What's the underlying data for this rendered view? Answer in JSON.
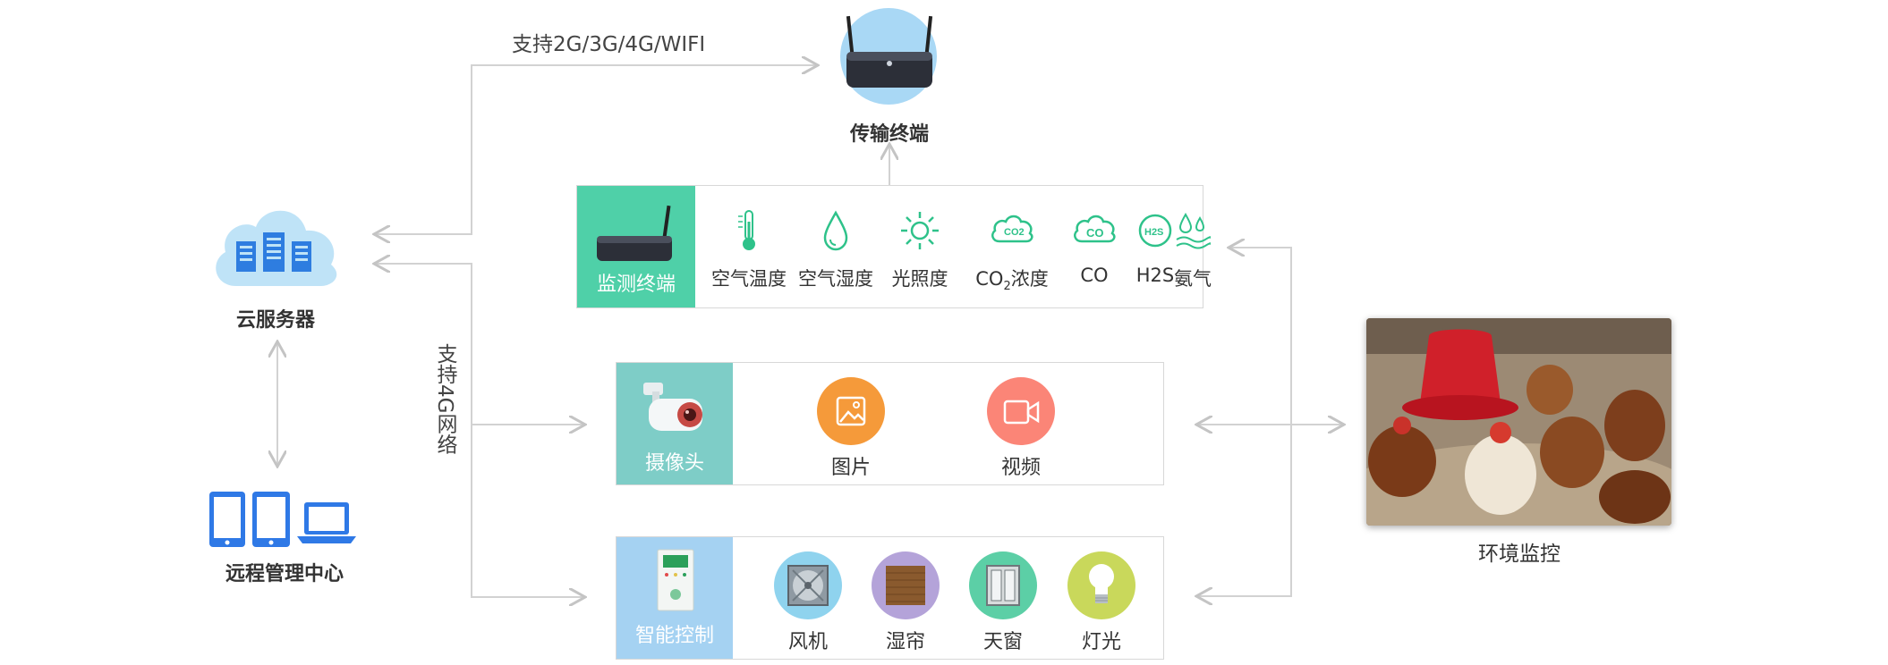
{
  "labels": {
    "wireless_support": "支持2G/3G/4G/WIFI",
    "net_support": "支持4G网络",
    "transmission_terminal": "传输终端",
    "cloud_server": "云服务器",
    "remote_center": "远程管理中心",
    "env_monitor": "环境监控"
  },
  "monitor_panel": {
    "title": "监测终端",
    "sensors": [
      {
        "label": "空气温度",
        "icon": "thermometer-icon"
      },
      {
        "label": "空气湿度",
        "icon": "water-drop-icon"
      },
      {
        "label": "光照度",
        "icon": "sun-icon"
      },
      {
        "label": "CO",
        "subscript": "2",
        "suffix": "浓度",
        "icon": "co2-cloud-icon",
        "icon_text": "CO2"
      },
      {
        "label": "CO",
        "icon": "co-cloud-icon",
        "icon_text": "CO"
      },
      {
        "label": "H2S",
        "icon": "h2s-icon",
        "icon_text": "H2S"
      },
      {
        "label": "氨气",
        "icon": "ammonia-icon"
      }
    ],
    "head_color": "#4fd0a8"
  },
  "camera_panel": {
    "title": "摄像头",
    "items": [
      {
        "label": "图片",
        "icon": "image-icon",
        "color": "#f59a3a"
      },
      {
        "label": "视频",
        "icon": "video-icon",
        "color": "#fb8577"
      }
    ],
    "head_color": "#7ecdc7"
  },
  "control_panel": {
    "title": "智能控制",
    "items": [
      {
        "label": "风机",
        "icon": "fan-icon",
        "color": "#8fd3ee"
      },
      {
        "label": "湿帘",
        "icon": "wet-curtain-icon",
        "color": "#b4a3d9"
      },
      {
        "label": "天窗",
        "icon": "skylight-icon",
        "color": "#5ccfa6"
      },
      {
        "label": "灯光",
        "icon": "lightbulb-icon",
        "color": "#c9d85b"
      }
    ],
    "head_color": "#a5d2f2"
  },
  "colors": {
    "sensor_green": "#2ec28a",
    "arrow_gray": "#cccccc",
    "device_blue": "#3a7ee8"
  }
}
